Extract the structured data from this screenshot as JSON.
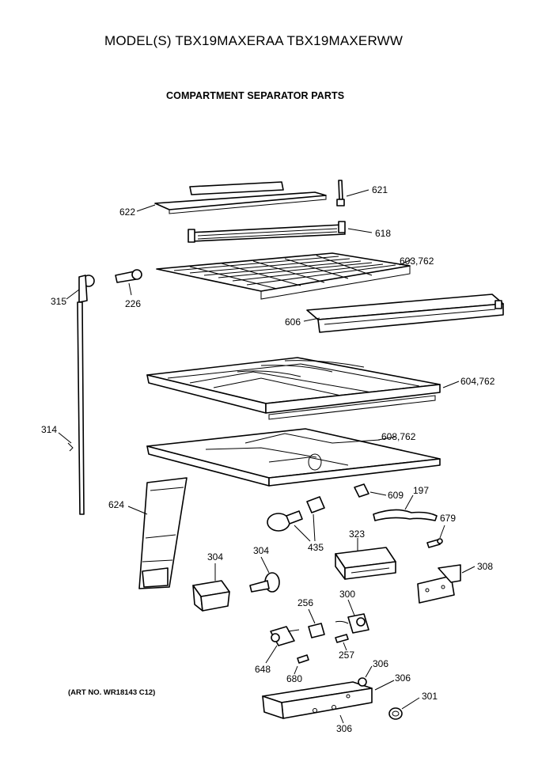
{
  "header": {
    "model_line": "MODEL(S) TBX19MAXERAA  TBX19MAXERWW",
    "section_title": "COMPARTMENT SEPARATOR PARTS",
    "art_number": "(ART NO. WR18143 C12)"
  },
  "callouts": {
    "c621": "621",
    "c622": "622",
    "c618": "618",
    "c603": "603,762",
    "c226": "226",
    "c315": "315",
    "c606": "606",
    "c604": "604,762",
    "c314": "314",
    "c608": "608,762",
    "c624": "624",
    "c609": "609",
    "c197": "197",
    "c679": "679",
    "c435": "435",
    "c323": "323",
    "c304a": "304",
    "c304b": "304",
    "c308": "308",
    "c256": "256",
    "c300": "300",
    "c257": "257",
    "c648": "648",
    "c680": "680",
    "c306a": "306",
    "c306b": "306",
    "c306c": "306",
    "c301": "301"
  }
}
